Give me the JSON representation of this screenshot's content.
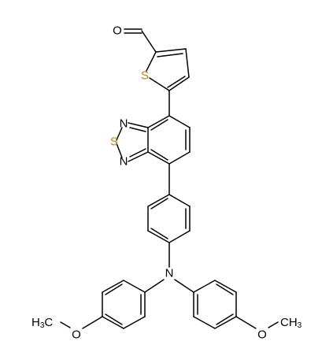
{
  "structure": {
    "atoms": {
      "O_aldehyde": "O",
      "S_thiophene": "S",
      "N_top": "N",
      "S_thiadiazole": "S",
      "N_bottom": "N",
      "N_amine": "N",
      "O_left": "O",
      "O_right": "O"
    },
    "groups": {
      "methyl_left": {
        "main": "H",
        "sub": "3",
        "tail": "C"
      },
      "methyl_right": {
        "main": "CH",
        "sub": "3"
      }
    }
  },
  "colors": {
    "bond": "#000000",
    "default_atom": "#000000",
    "sulfur": "#b8860b"
  }
}
